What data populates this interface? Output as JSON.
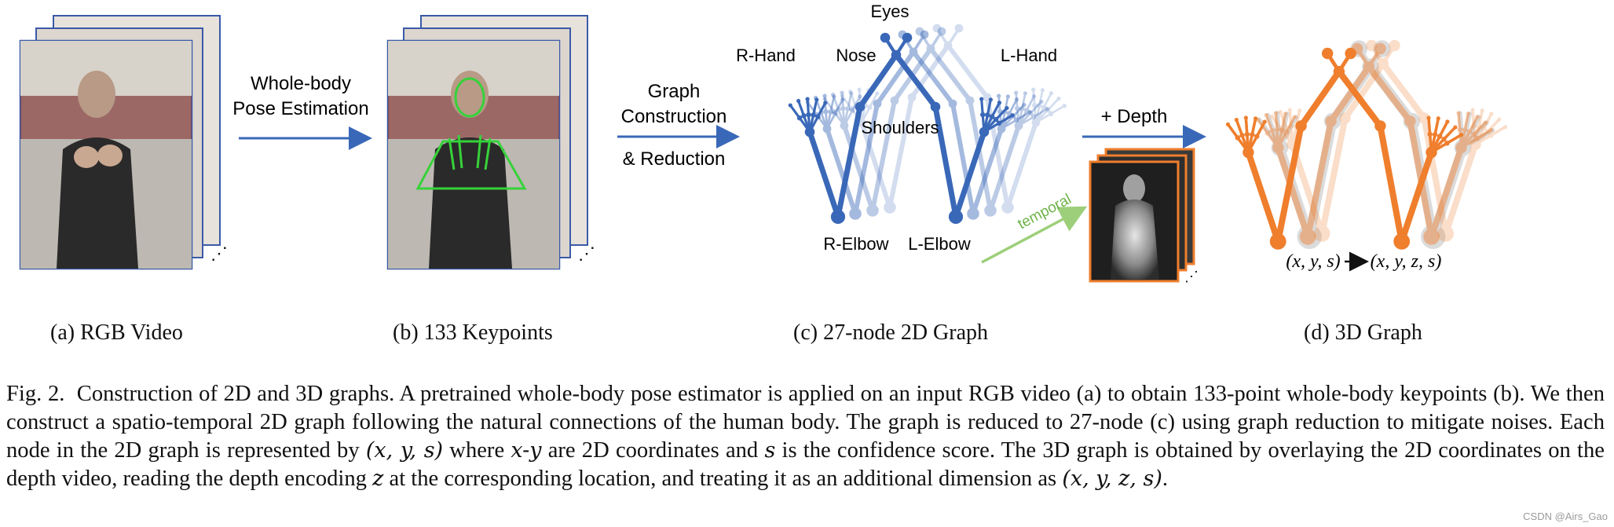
{
  "panels": {
    "a": {
      "caption": "(a) RGB Video"
    },
    "b": {
      "caption": "(b) 133 Keypoints"
    },
    "c": {
      "caption": "(c) 27-node 2D Graph"
    },
    "d": {
      "caption": "(d) 3D Graph"
    }
  },
  "arrows": {
    "pose_line1": "Whole-body",
    "pose_line2": "Pose Estimation",
    "graph_line1": "Graph",
    "graph_line2": "Construction",
    "graph_line3": "& Reduction",
    "depth": "+ Depth"
  },
  "graph_labels": {
    "eyes": "Eyes",
    "nose": "Nose",
    "r_hand": "R-Hand",
    "l_hand": "L-Hand",
    "shoulders": "Shoulders",
    "r_elbow": "R-Elbow",
    "l_elbow": "L-Elbow",
    "temporal": "temporal"
  },
  "formula": {
    "left": "(x, y, s)",
    "right": "(x, y, z, s)"
  },
  "caption": {
    "fig_label": "Fig. 2.",
    "t1": "Construction of 2D and 3D graphs. A pretrained whole-body pose estimator is applied on an input RGB video (a) to obtain 133-point whole-body keypoints (b). We then construct a spatio-temporal 2D graph following the natural connections of the human body. The graph is reduced to 27-node (c) using graph reduction to mitigate noises. Each node in the 2D graph is represented by",
    "m1": "(x, y, s)",
    "t2": "where",
    "m2": "x-y",
    "t3": "are 2D coordinates and",
    "m3": "s",
    "t4": "is the confidence score. The 3D graph is obtained by overlaying the 2D coordinates on the depth video, reading the depth encoding",
    "m4": "z",
    "t5": "at the corresponding location, and treating it as an additional dimension as",
    "m5": "(x, y, z, s)",
    "t6": "."
  },
  "colors": {
    "blue": "#3a68b8",
    "orange": "#ef7e2d",
    "green_edge": "#9dcf7a",
    "video_border": "#3a5aa8"
  },
  "watermark": "CSDN @Airs_Gao"
}
